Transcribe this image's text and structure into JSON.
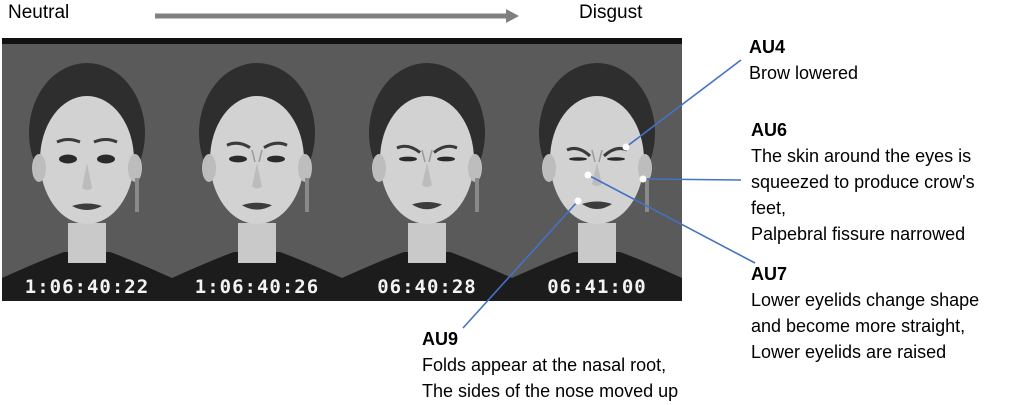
{
  "header": {
    "start_label": "Neutral",
    "end_label": "Disgust"
  },
  "frames": [
    {
      "timestamp": "1:06:40:22",
      "expression_level": 0.0
    },
    {
      "timestamp": "1:06:40:26",
      "expression_level": 0.4
    },
    {
      "timestamp": "06:40:28",
      "expression_level": 0.75
    },
    {
      "timestamp": "06:41:00",
      "expression_level": 1.0
    }
  ],
  "action_units": {
    "au4": {
      "code": "AU4",
      "lines": [
        "Brow lowered"
      ]
    },
    "au6": {
      "code": "AU6",
      "lines": [
        "The skin around the eyes is",
        "squeezed to produce crow's",
        "feet,",
        "Palpebral fissure narrowed"
      ]
    },
    "au7": {
      "code": "AU7",
      "lines": [
        "Lower eyelids change shape",
        "and become more straight,",
        "Lower eyelids are raised"
      ]
    },
    "au9": {
      "code": "AU9",
      "lines": [
        "Folds appear at the nasal root,",
        "The sides of the nose moved up"
      ]
    }
  },
  "colors": {
    "arrow": "#808080",
    "leader_line": "#4472c4",
    "photo_background": "#5a5a5a"
  }
}
